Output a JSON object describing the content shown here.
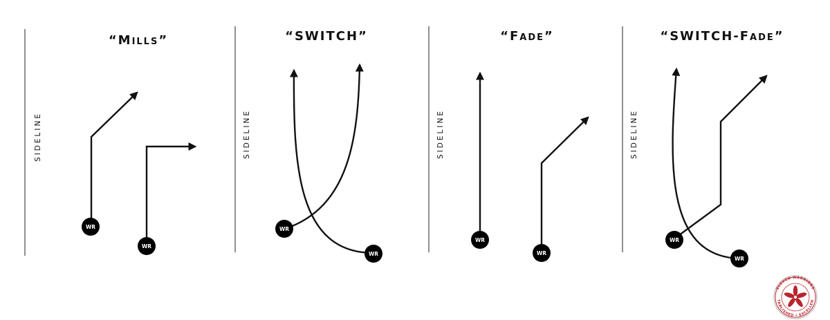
{
  "diagrams": [
    {
      "title_open": "“M",
      "title_small": "ILLS",
      "title_close": "”",
      "sideline": "SIDELINE",
      "player_label": "WR"
    },
    {
      "title_open": "“SWITCH”",
      "title_small": "",
      "title_close": "",
      "sideline": "SIDELINE",
      "player_label": "WR"
    },
    {
      "title_open": "“F",
      "title_small": "ADE",
      "title_close": "”",
      "sideline": "SIDELINE",
      "player_label": "WR"
    },
    {
      "title_open": "“SWITCH-F",
      "title_small": "ADE",
      "title_close": "”",
      "sideline": "SIDELINE",
      "player_label": "WR"
    }
  ],
  "logo": {
    "ring_text_top": "ELEVEN WARRIORS",
    "ring_text_bottom": "ESTABLISHED • EXCELLENCE",
    "color": "#b8242c"
  }
}
